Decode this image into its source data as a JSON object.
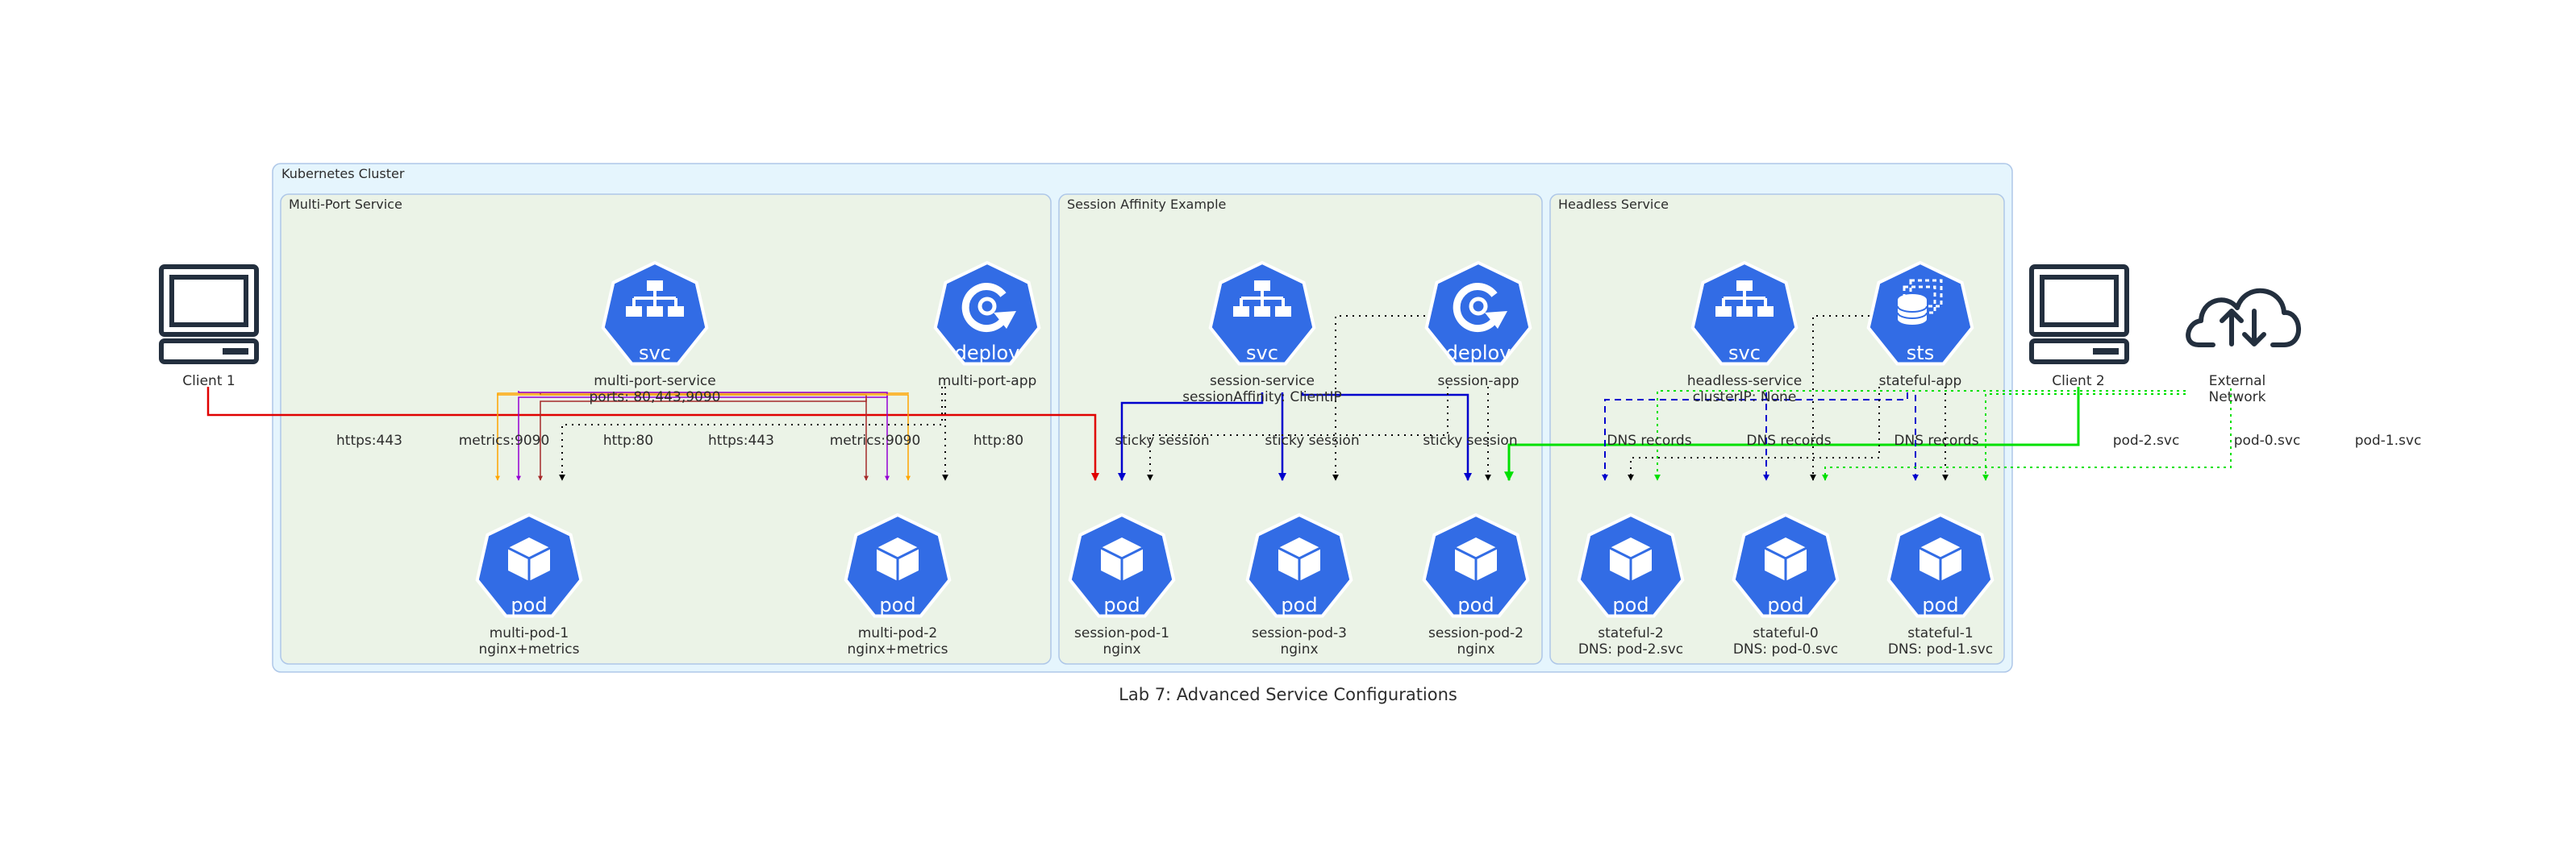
{
  "title": "Lab 7: Advanced Service Configurations",
  "clusters": {
    "kubernetes": "Kubernetes Cluster",
    "multiport": "Multi-Port Service",
    "session": "Session Affinity Example",
    "headless": "Headless Service"
  },
  "nodes": {
    "client1": {
      "label": "Client 1",
      "icon": "computer-icon"
    },
    "client2": {
      "label": "Client 2",
      "icon": "computer-icon"
    },
    "external": {
      "label1": "External",
      "label2": "Network",
      "icon": "cloud-upload-download-icon"
    },
    "mp_svc": {
      "label1": "multi-port-service",
      "label2": "ports: 80,443,9090",
      "badge": "svc"
    },
    "mp_deploy": {
      "label1": "multi-port-app",
      "badge": "deploy"
    },
    "mp_pod1": {
      "label1": "multi-pod-1",
      "label2": "nginx+metrics",
      "badge": "pod"
    },
    "mp_pod2": {
      "label1": "multi-pod-2",
      "label2": "nginx+metrics",
      "badge": "pod"
    },
    "sa_svc": {
      "label1": "session-service",
      "label2": "sessionAffinity: ClientIP",
      "badge": "svc"
    },
    "sa_deploy": {
      "label1": "session-app",
      "badge": "deploy"
    },
    "sa_pod1": {
      "label1": "session-pod-1",
      "label2": "nginx",
      "badge": "pod"
    },
    "sa_pod3": {
      "label1": "session-pod-3",
      "label2": "nginx",
      "badge": "pod"
    },
    "sa_pod2": {
      "label1": "session-pod-2",
      "label2": "nginx",
      "badge": "pod"
    },
    "hl_svc": {
      "label1": "headless-service",
      "label2": "clusterIP: None",
      "badge": "svc"
    },
    "hl_sts": {
      "label1": "stateful-app",
      "badge": "sts"
    },
    "hl_st2": {
      "label1": "stateful-2",
      "label2": "DNS: pod-2.svc",
      "badge": "pod"
    },
    "hl_st0": {
      "label1": "stateful-0",
      "label2": "DNS: pod-0.svc",
      "badge": "pod"
    },
    "hl_st1": {
      "label1": "stateful-1",
      "label2": "DNS: pod-1.svc",
      "badge": "pod"
    }
  },
  "edge_labels": [
    "https:443",
    "metrics:9090",
    "http:80",
    "https:443",
    "metrics:9090",
    "http:80",
    "sticky session",
    "sticky session",
    "sticky session",
    "DNS records",
    "DNS records",
    "DNS records",
    "pod-2.svc",
    "pod-0.svc",
    "pod-1.svc"
  ],
  "colors": {
    "k8s_blue": "#326ce5",
    "outer_cluster_fill": "#e5f5fd",
    "inner_cluster_fill": "#ebf3e7",
    "cluster_border": "#aec7e8",
    "dark_icon": "#232f3e",
    "red": "#e00000",
    "orange": "#ffa500",
    "purple": "#9400d3",
    "brown": "#a52a2a",
    "black": "#000000",
    "blue": "#0000cd",
    "green": "#00e000"
  }
}
